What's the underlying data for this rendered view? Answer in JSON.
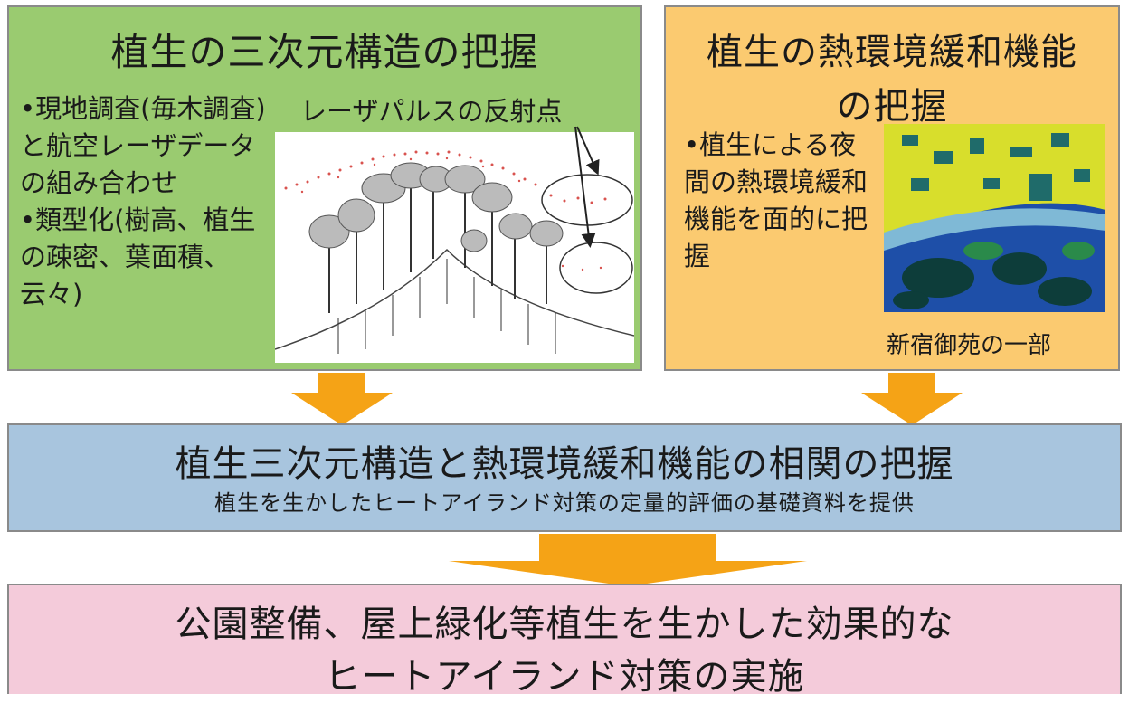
{
  "vegetation_structure": {
    "title": "植生の三次元構造の把握",
    "bullets": [
      "•現地調査(毎木調査)と航空レーザデータの組み合わせ",
      "•類型化(樹高、植生の疎密、葉面積、云々)"
    ],
    "laser_caption": "レーザパルスの反射点"
  },
  "thermal_function": {
    "title_line1": "植生の熱環境緩和機能",
    "title_line2": "の把握",
    "bullet": "•植生による夜間の熱環境緩和機能を面的に把握",
    "map_caption": "新宿御苑の一部"
  },
  "correlation": {
    "title": "植生三次元構造と熱環境緩和機能の相関の把握",
    "subtitle": "植生を生かしたヒートアイランド対策の定量的評価の基礎資料を提供"
  },
  "implementation": {
    "title_line1": "公園整備、屋上緑化等植生を生かした効果的な",
    "title_line2": "ヒートアイランド対策の実施"
  },
  "colors": {
    "green_box": "#9acb70",
    "orange_box": "#fbca70",
    "blue_box": "#a8c5de",
    "pink_box": "#f4cbda",
    "arrow": "#f5a316"
  }
}
